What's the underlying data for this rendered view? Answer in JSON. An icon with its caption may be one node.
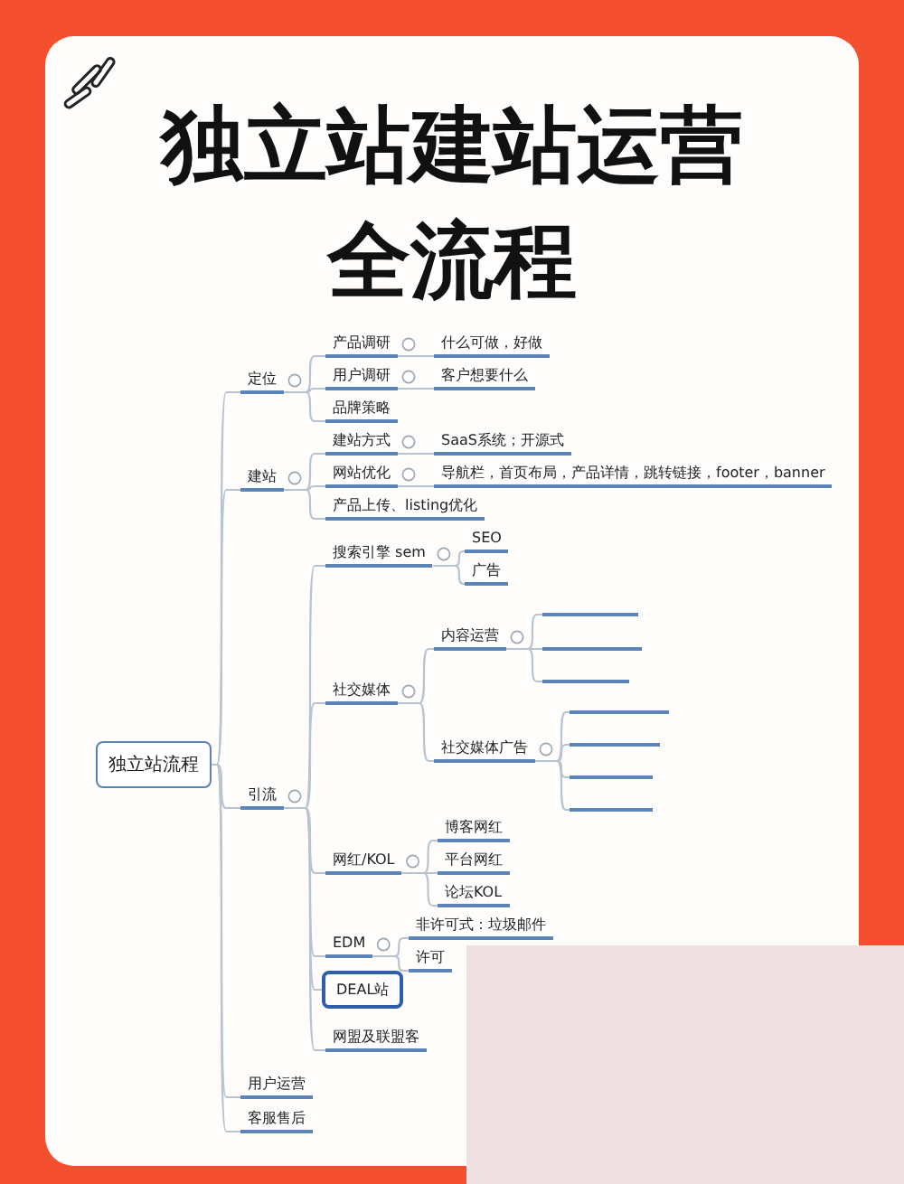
{
  "diagram": {
    "title": "独立站建站运营全流程",
    "nodes": [
      {
        "text": [
          "独立站流程"
        ]
      },
      {
        "text": [
          "定位"
        ]
      },
      {
        "text": [
          "产品调研"
        ]
      },
      {
        "text": [
          "什么可做，好做"
        ]
      },
      {
        "text": [
          "用户调研"
        ]
      },
      {
        "text": [
          "客户想要什么"
        ]
      },
      {
        "text": [
          "品牌策略"
        ]
      },
      {
        "text": [
          "建站"
        ]
      },
      {
        "text": [
          "建站方式"
        ]
      },
      {
        "text": [
          "SaaS系统；开源式"
        ]
      },
      {
        "text": [
          "网站优化"
        ]
      },
      {
        "text": [
          "导航栏，首页布局，产品详情，跳转链接，footer，banner"
        ]
      },
      {
        "text": [
          "产品上传、listing优化"
        ]
      },
      {
        "text": [
          "引流"
        ]
      },
      {
        "text": [
          "搜索引擎 sem"
        ]
      },
      {
        "text": [
          "SEO"
        ]
      },
      {
        "text": [
          "广告"
        ]
      },
      {
        "text": [
          "社交媒体"
        ]
      },
      {
        "text": [
          "内容运营"
        ]
      },
      {
        "text": [],
        "shape": "bar"
      },
      {
        "text": [],
        "shape": "bar"
      },
      {
        "text": [],
        "shape": "bar"
      },
      {
        "text": [
          "社交媒体广告"
        ]
      },
      {
        "text": [],
        "shape": "bar"
      },
      {
        "text": [],
        "shape": "bar"
      },
      {
        "text": [],
        "shape": "bar"
      },
      {
        "text": [],
        "shape": "bar"
      },
      {
        "text": [
          "网红/KOL"
        ]
      },
      {
        "text": [
          "博客网红"
        ]
      },
      {
        "text": [
          "平台网红"
        ]
      },
      {
        "text": [
          "论坛KOL"
        ]
      },
      {
        "text": [
          "EDM"
        ]
      },
      {
        "text": [
          "非许可式：垃圾邮件"
        ]
      },
      {
        "text": [
          "许可"
        ]
      },
      {
        "text": [
          "DEAL站"
        ]
      },
      {
        "text": [
          "网盟及联盟客"
        ]
      },
      {
        "text": [
          "用户运营"
        ]
      },
      {
        "text": [
          "客服售后"
        ]
      }
    ],
    "edges": [
      {
        "from": 0,
        "to": 1,
        "arrow": "none"
      },
      {
        "from": 1,
        "to": 2,
        "arrow": "none"
      },
      {
        "from": 2,
        "to": 3,
        "arrow": "none"
      },
      {
        "from": 1,
        "to": 4,
        "arrow": "none"
      },
      {
        "from": 4,
        "to": 5,
        "arrow": "none"
      },
      {
        "from": 1,
        "to": 6,
        "arrow": "none"
      },
      {
        "from": 0,
        "to": 7,
        "arrow": "none"
      },
      {
        "from": 7,
        "to": 8,
        "arrow": "none"
      },
      {
        "from": 8,
        "to": 9,
        "arrow": "none"
      },
      {
        "from": 7,
        "to": 10,
        "arrow": "none"
      },
      {
        "from": 10,
        "to": 11,
        "arrow": "none"
      },
      {
        "from": 7,
        "to": 12,
        "arrow": "none"
      },
      {
        "from": 0,
        "to": 13,
        "arrow": "none"
      },
      {
        "from": 13,
        "to": 14,
        "arrow": "none"
      },
      {
        "from": 14,
        "to": 15,
        "arrow": "none"
      },
      {
        "from": 14,
        "to": 16,
        "arrow": "none"
      },
      {
        "from": 13,
        "to": 17,
        "arrow": "none"
      },
      {
        "from": 17,
        "to": 18,
        "arrow": "none"
      },
      {
        "from": 18,
        "to": 19,
        "arrow": "none"
      },
      {
        "from": 18,
        "to": 20,
        "arrow": "none"
      },
      {
        "from": 18,
        "to": 21,
        "arrow": "none"
      },
      {
        "from": 17,
        "to": 22,
        "arrow": "none"
      },
      {
        "from": 22,
        "to": 23,
        "arrow": "none"
      },
      {
        "from": 22,
        "to": 24,
        "arrow": "none"
      },
      {
        "from": 22,
        "to": 25,
        "arrow": "none"
      },
      {
        "from": 22,
        "to": 26,
        "arrow": "none"
      },
      {
        "from": 13,
        "to": 27,
        "arrow": "none"
      },
      {
        "from": 27,
        "to": 28,
        "arrow": "none"
      },
      {
        "from": 27,
        "to": 29,
        "arrow": "none"
      },
      {
        "from": 27,
        "to": 30,
        "arrow": "none"
      },
      {
        "from": 13,
        "to": 31,
        "arrow": "none"
      },
      {
        "from": 31,
        "to": 32,
        "arrow": "none"
      },
      {
        "from": 31,
        "to": 33,
        "arrow": "none"
      },
      {
        "from": 13,
        "to": 34,
        "arrow": "none"
      },
      {
        "from": 13,
        "to": 35,
        "arrow": "none"
      },
      {
        "from": 0,
        "to": 36,
        "arrow": "none"
      },
      {
        "from": 0,
        "to": 37,
        "arrow": "none"
      }
    ]
  }
}
